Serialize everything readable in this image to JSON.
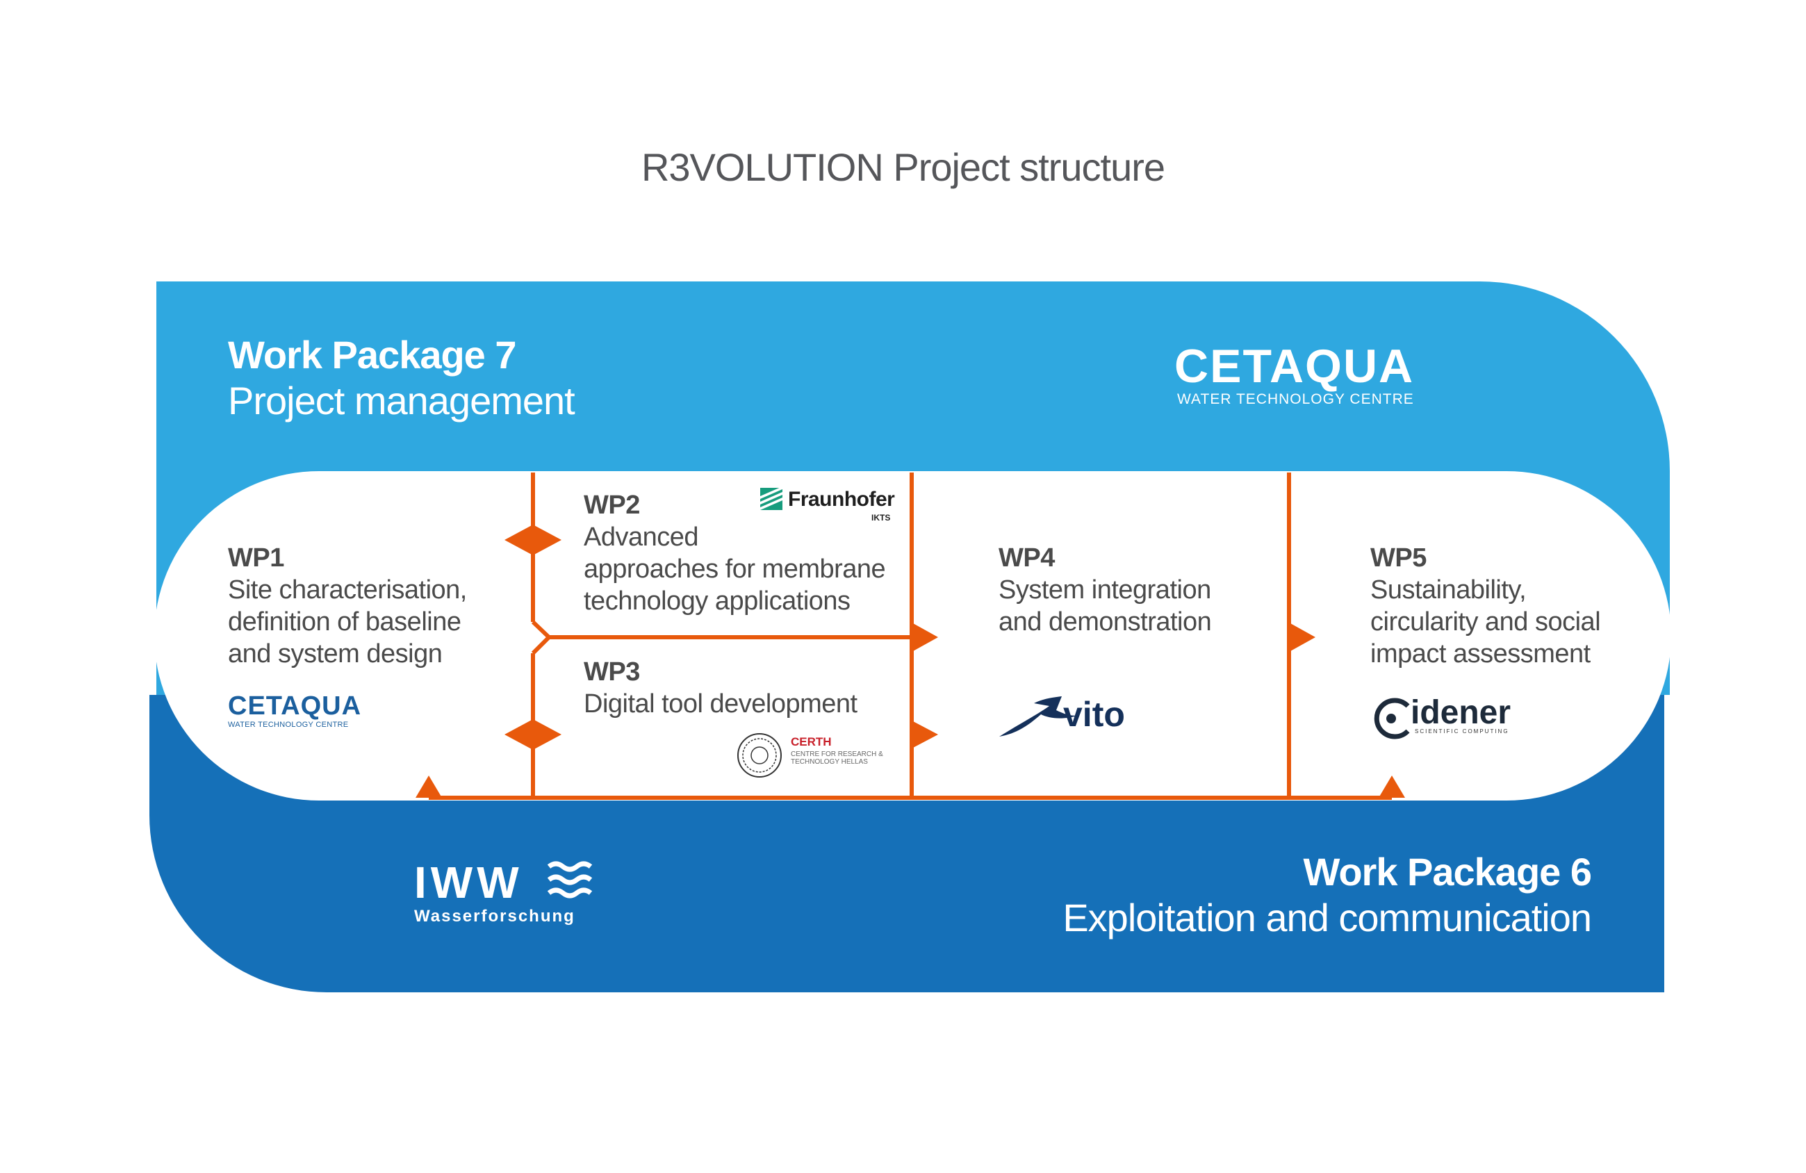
{
  "title": "R3VOLUTION Project structure",
  "colors": {
    "wp7_band": "#2fa8e0",
    "wp6_band": "#1570b8",
    "arrows": "#e8590c",
    "heading_text": "#4a4a4a",
    "body_text": "#4a4a4a"
  },
  "wp7": {
    "number_label": "Work Package 7",
    "name": "Project management",
    "partner_logo": {
      "name": "CETAQUA",
      "sub": "WATER TECHNOLOGY CENTRE"
    }
  },
  "wp6": {
    "number_label": "Work Package 6",
    "name": "Exploitation and communication",
    "partner_logo": {
      "name": "IWW",
      "sub": "Wasserforschung"
    }
  },
  "packages": [
    {
      "id": "WP1",
      "lines": [
        "Site characterisation,",
        "definition of baseline",
        "and system design"
      ],
      "partner_logo": {
        "name": "CETAQUA",
        "sub": "WATER TECHNOLOGY CENTRE",
        "icon": "cetaqua-logo"
      }
    },
    {
      "id": "WP2",
      "lines": [
        "Advanced",
        "approaches for membrane",
        "technology applications"
      ],
      "partner_logo": {
        "name": "Fraunhofer",
        "sub": "IKTS",
        "icon": "fraunhofer-logo"
      }
    },
    {
      "id": "WP3",
      "lines": [
        "Digital tool development"
      ],
      "partner_logo": {
        "name": "CERTH",
        "sub": "CENTRE FOR RESEARCH & TECHNOLOGY HELLAS",
        "icon": "certh-logo"
      }
    },
    {
      "id": "WP4",
      "lines": [
        "System integration",
        "and demonstration"
      ],
      "partner_logo": {
        "name": "vito",
        "icon": "vito-logo"
      }
    },
    {
      "id": "WP5",
      "lines": [
        "Sustainability,",
        "circularity and social",
        "impact assessment"
      ],
      "partner_logo": {
        "name": "idener",
        "sub": "SCIENTIFIC COMPUTING",
        "icon": "idener-logo"
      }
    }
  ]
}
